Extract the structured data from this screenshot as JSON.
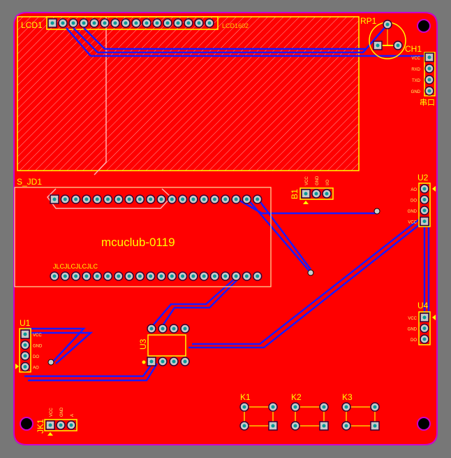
{
  "board": {
    "color": "#ff0000",
    "silk_color": "#ffff00",
    "trace_color": "#1a1aff",
    "outline_color": "#cc00cc"
  },
  "lcd": {
    "ref": "LCD1",
    "value": "LCD1602"
  },
  "rp1": {
    "ref": "RP1"
  },
  "ch1": {
    "ref": "CH1",
    "caption": "串口",
    "pins": [
      "VCC",
      "RXD",
      "TXD",
      "GND"
    ]
  },
  "sjd1": {
    "ref": "S_JD1",
    "title": "mcuclub-0119",
    "marking": "JLCJLCJLCJLC"
  },
  "b1": {
    "ref": "B1",
    "pins": [
      "VCC",
      "GND",
      "I/O"
    ]
  },
  "u2": {
    "ref": "U2",
    "pins": [
      "AO",
      "DO",
      "GND",
      "VCC"
    ]
  },
  "u4": {
    "ref": "U4",
    "pins": [
      "VCC",
      "GND",
      "DO"
    ]
  },
  "u1": {
    "ref": "U1",
    "pins": [
      "VCC",
      "GND",
      "DO",
      "AO"
    ]
  },
  "u3": {
    "ref": "U3"
  },
  "keys": [
    "K1",
    "K2",
    "K3"
  ],
  "jk1": {
    "ref": "JK1",
    "pins": [
      "VCC",
      "GND",
      "A"
    ]
  }
}
